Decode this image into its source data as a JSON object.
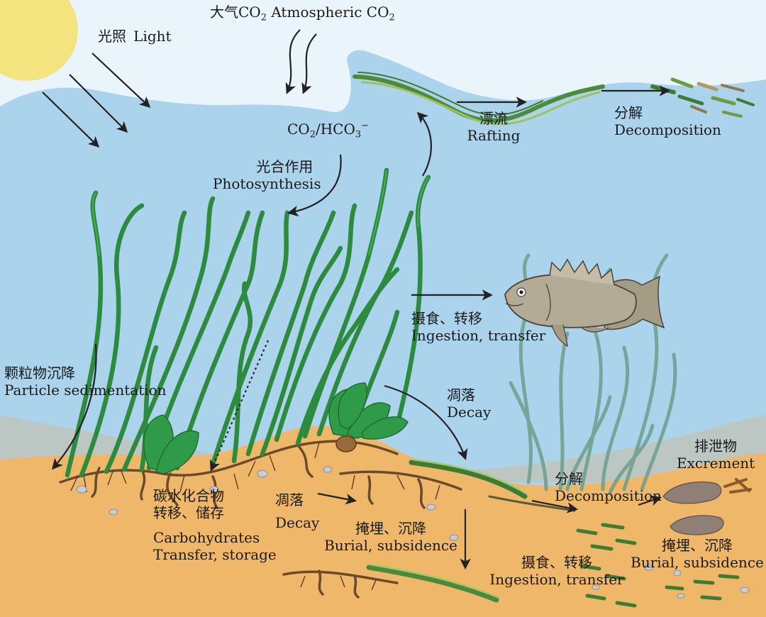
{
  "labels": {
    "light_zh": "光照",
    "light_en": "Light",
    "atm_co2_zh": "大气",
    "atm_co2_en_a": "CO",
    "atm_co2_en_b": "Atmospheric CO",
    "co2_sub": "2",
    "co2_hco3_a": "CO",
    "co2_hco3_b": "/HCO",
    "hco3_sub": "3",
    "hco3_sup": "−",
    "photosynthesis_zh": "光合作用",
    "photosynthesis_en": "Photosynthesis",
    "rafting_zh": "漂流",
    "rafting_en": "Rafting",
    "decomposition_top_zh": "分解",
    "decomposition_top_en": "Decomposition",
    "ingestion_fish_zh": "摄食、转移",
    "ingestion_fish_en": "Ingestion, transfer",
    "particle_sed_zh": "颗粒物沉降",
    "particle_sed_en": "Particle sedimentation",
    "decay_right_zh": "凋落",
    "decay_right_en": "Decay",
    "excrement_zh": "排泄物",
    "excrement_en": "Excrement",
    "decomposition_bottom_zh": "分解",
    "decomposition_bottom_en": "Decomposition",
    "carbohydrates_zh_1": "碳水化合物",
    "carbohydrates_zh_2": "转移、储存",
    "carbohydrates_en_1": "Carbohydrates",
    "carbohydrates_en_2": "Transfer, storage",
    "decay_center_zh": "凋落",
    "decay_center_en": "Decay",
    "burial_center_zh": "掩埋、沉降",
    "burial_center_en": "Burial, subsidence",
    "burial_right_zh": "掩埋、沉降",
    "burial_right_en": "Burial, subsidence",
    "ingestion_bottom_zh": "摄食、转移",
    "ingestion_bottom_en": "Ingestion, transfer"
  },
  "colors": {
    "sky": "#e9f4fb",
    "water": "#abd3ec",
    "sediment": "#efb769",
    "far_bank": "#bcc7c4",
    "sun": "#f3e47f",
    "seagrass": "#2c8b3e",
    "faded_seagrass": "#6e9e8c",
    "root": "#6b4a2c",
    "arrow": "#222222",
    "fish": "#a59c86"
  }
}
